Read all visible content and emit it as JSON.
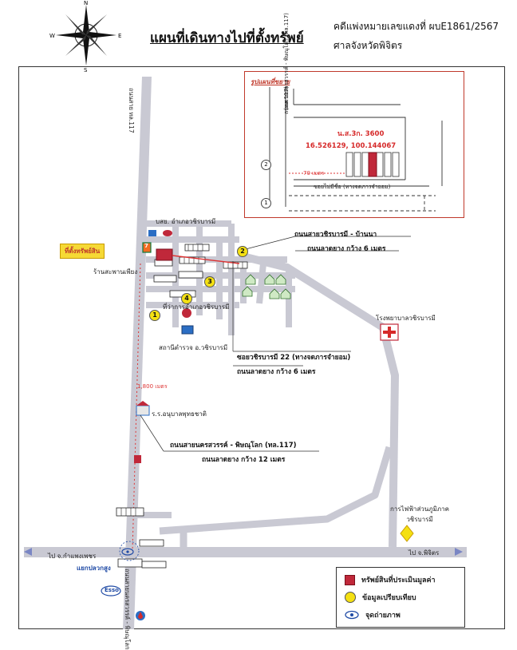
{
  "header": {
    "title": "แผนที่เดินทางไปที่ตั้งทรัพย์",
    "case_number": "คดีแพ่งหมายเลขแดงที่ ผบE1861/2567",
    "court": "ศาลจังหวัดพิจิตร",
    "compass": {
      "n": "N",
      "s": "S",
      "e": "E",
      "w": "W"
    }
  },
  "inset": {
    "title": "รูปแผนที่ขยาย",
    "deed": "น.ส.3ก. 3600",
    "coords": "16.526129, 100.144067",
    "road_117": "ถนนสายนครสวรรค์ - พิษณุโลก (ทล.117)",
    "road_117_top": "(ทล.117)",
    "alley": "ซอยไม่มีชื่อ (ทางจดภารจำยอม)",
    "distance": "70 เมตร",
    "p1": "1",
    "p2": "2"
  },
  "map": {
    "property_flag": "ที่ตั้งทรัพย์สิน",
    "bank": "บสย. อำเภอวชิรบารมี",
    "shop_left": "ร้านสะพานเพียง",
    "seven": "7",
    "district_office": "ที่ว่าการอำเภอวชิรบารมี",
    "police": "สถานีตำรวจ อ.วชิรบารมี",
    "hospital": "โรงพยาบาลวชิรบารมี",
    "school": "ร.ร.อนุบาลพุทธชาติ",
    "electric": "การไฟฟ้าส่วนภูมิภาค วชิรบารมี",
    "junction": "แยกปลวกสูง",
    "esso": "Esso",
    "to_kamphaeng": "ไป จ.กำแพงเพชร",
    "to_phichit": "ไป จ.พิจิตร",
    "distance_1800": "1,800 เมตร",
    "main_road_vertical": "ถนนสายนครสวรรค์ - พิษณุโลก",
    "main_road_vertical_top": "ถนนสาย ทล.117",
    "label_road_top_1": "ถนนสายวชิรบารมี - บ้านนา",
    "label_road_top_2": "ถนนลาดยาง กว้าง 6 เมตร",
    "label_soi_1": "ซอยวชิรบารมี 22 (ทางจดภารจำยอม)",
    "label_soi_2": "ถนนลาดยาง กว้าง 6 เมตร",
    "label_main_1": "ถนนสายนครสวรรค์ - พิษณุโลก (ทล.117)",
    "label_main_2": "ถนนลาดยาง กว้าง 12 เมตร",
    "points": [
      "1",
      "2",
      "3",
      "4"
    ]
  },
  "legend": {
    "property": "ทรัพย์สินที่ประเมินมูลค่า",
    "comparison": "ข้อมูลเปรียบเทียบ",
    "photo": "จุดถ่ายภาพ"
  }
}
